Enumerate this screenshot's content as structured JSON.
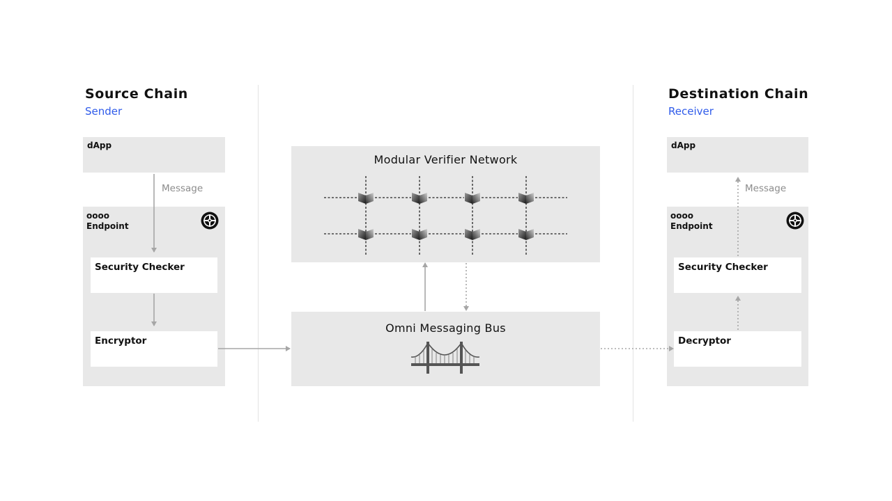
{
  "source": {
    "title": "Source Chain",
    "subtitle": "Sender",
    "dapp_label": "dApp",
    "message_label": "Message",
    "endpoint_label_top": "oooo",
    "endpoint_label": "Endpoint",
    "security_checker_label": "Security Checker",
    "encryptor_label": "Encryptor"
  },
  "destination": {
    "title": "Destination Chain",
    "subtitle": "Receiver",
    "dapp_label": "dApp",
    "message_label": "Message",
    "endpoint_label_top": "oooo",
    "endpoint_label": "Endpoint",
    "security_checker_label": "Security Checker",
    "decryptor_label": "Decryptor"
  },
  "center": {
    "verifier_network_title": "Modular Verifier Network",
    "messaging_bus_title": "Omni Messaging Bus"
  },
  "colors": {
    "accent": "#2f5bea",
    "box_gray": "#e8e8e8",
    "arrow": "#a6a6a6"
  },
  "icons": {
    "endpoint": "crosshair-logo-icon",
    "verifier_node": "cube-node-icon",
    "bus": "bridge-icon"
  }
}
